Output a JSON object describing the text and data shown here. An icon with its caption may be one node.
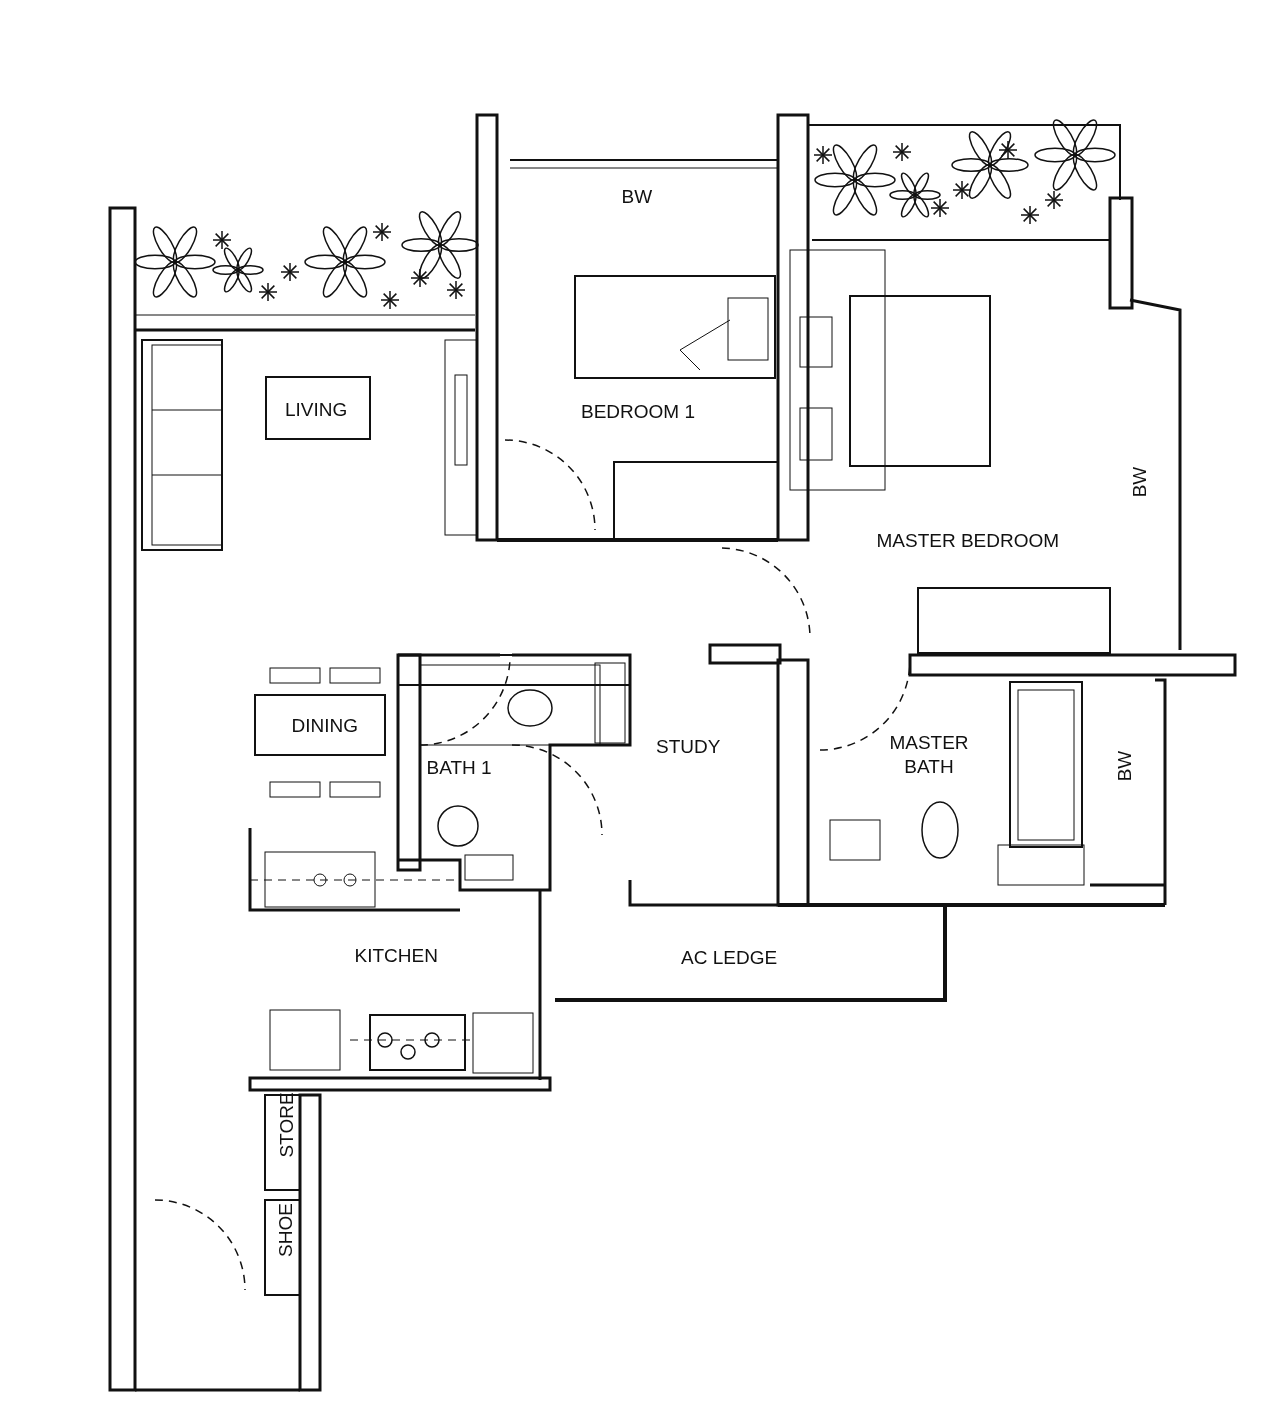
{
  "diagram": {
    "labels": [
      "BW",
      "LIVING",
      "BEDROOM 1",
      "BW",
      "MASTER BEDROOM",
      "DINING",
      "MASTER BATH",
      "STUDY",
      "BATH 1",
      "BW",
      "KITCHEN",
      "AC LEDGE",
      "STORE",
      "SHOE"
    ]
  }
}
